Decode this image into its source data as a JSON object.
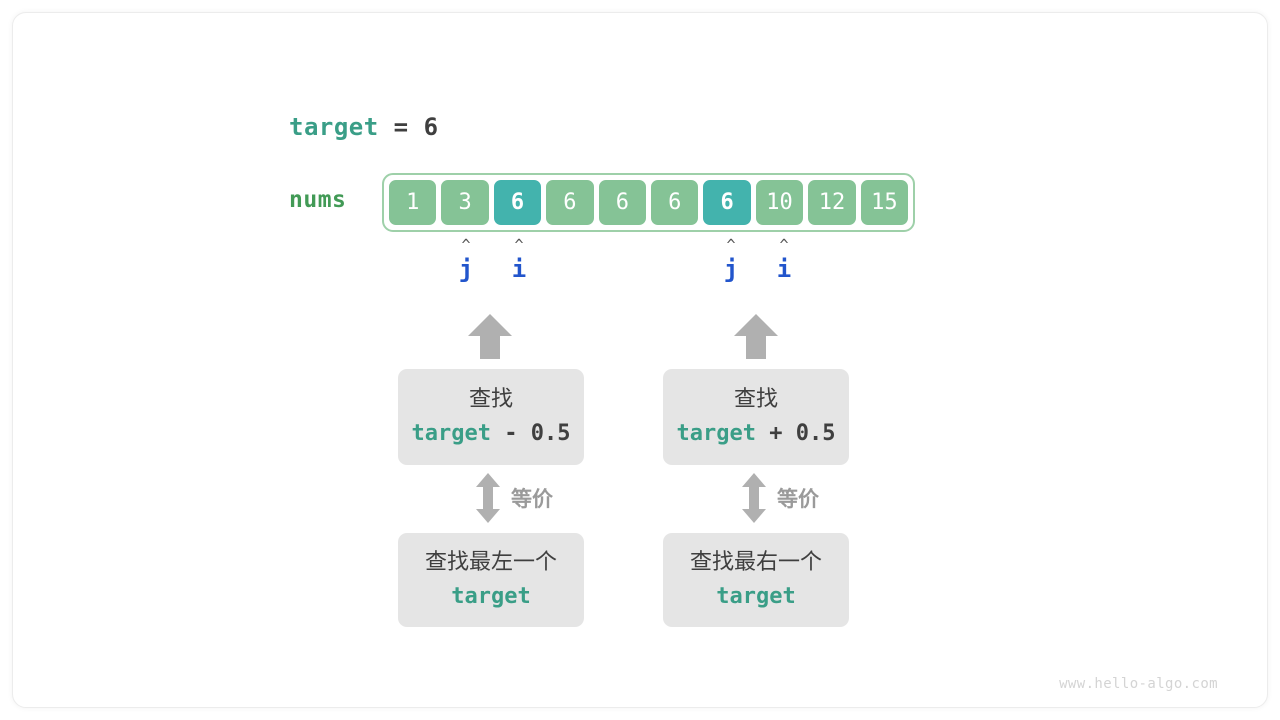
{
  "diagram": {
    "target_line": {
      "var_name": "target",
      "equals": " = ",
      "value": "6"
    },
    "array": {
      "label": "nums",
      "cells": [
        {
          "value": "1",
          "highlight": false
        },
        {
          "value": "3",
          "highlight": false
        },
        {
          "value": "6",
          "highlight": true
        },
        {
          "value": "6",
          "highlight": false
        },
        {
          "value": "6",
          "highlight": false
        },
        {
          "value": "6",
          "highlight": false
        },
        {
          "value": "6",
          "highlight": true
        },
        {
          "value": "10",
          "highlight": false
        },
        {
          "value": "12",
          "highlight": false
        },
        {
          "value": "15",
          "highlight": false
        }
      ]
    },
    "pointers": [
      {
        "name": "j",
        "caret": "^",
        "cell_index": 1
      },
      {
        "name": "i",
        "caret": "^",
        "cell_index": 2
      },
      {
        "name": "j",
        "caret": "^",
        "cell_index": 6
      },
      {
        "name": "i",
        "caret": "^",
        "cell_index": 7
      }
    ],
    "branches": [
      {
        "top_box": {
          "line1": "查找",
          "var_name": "target",
          "operator": " - 0.5"
        },
        "equivalence_label": "等价",
        "bottom_box": {
          "line1": "查找最左一个",
          "var_name": "target"
        }
      },
      {
        "top_box": {
          "line1": "查找",
          "var_name": "target",
          "operator": " + 0.5"
        },
        "equivalence_label": "等价",
        "bottom_box": {
          "line1": "查找最右一个",
          "var_name": "target"
        }
      }
    ],
    "watermark": "www.hello-algo.com",
    "colors": {
      "teal_accent": "#3a9e87",
      "green_label": "#429a56",
      "cell_green": "#85c396",
      "cell_highlight": "#43b3ad",
      "pointer_blue": "#2255cc",
      "box_gray": "#e5e5e5",
      "arrow_gray": "#b0b0b0",
      "text_dark": "#3f3f3f"
    }
  }
}
